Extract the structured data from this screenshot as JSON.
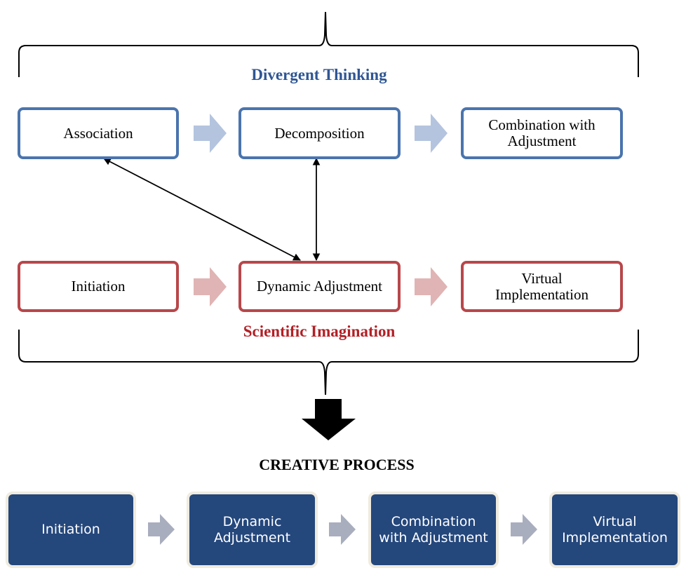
{
  "divergent_thinking": {
    "title": "Divergent Thinking",
    "color": "#2f5694",
    "steps": [
      "Association",
      "Decomposition",
      "Combination with Adjustment"
    ]
  },
  "scientific_imagination": {
    "title": "Scientific Imagination",
    "color": "#b22026",
    "steps": [
      "Initiation",
      "Dynamic Adjustment",
      "Virtual Implementation"
    ]
  },
  "connections": [
    {
      "from": "Association",
      "to": "Dynamic Adjustment",
      "type": "bidirectional"
    },
    {
      "from": "Decomposition",
      "to": "Dynamic Adjustment",
      "type": "bidirectional"
    }
  ],
  "creative_process": {
    "title": "CREATIVE PROCESS",
    "color": "#24477c",
    "steps": [
      "Initiation",
      "Dynamic Adjustment",
      "Combination with Adjustment",
      "Virtual Implementation"
    ]
  }
}
